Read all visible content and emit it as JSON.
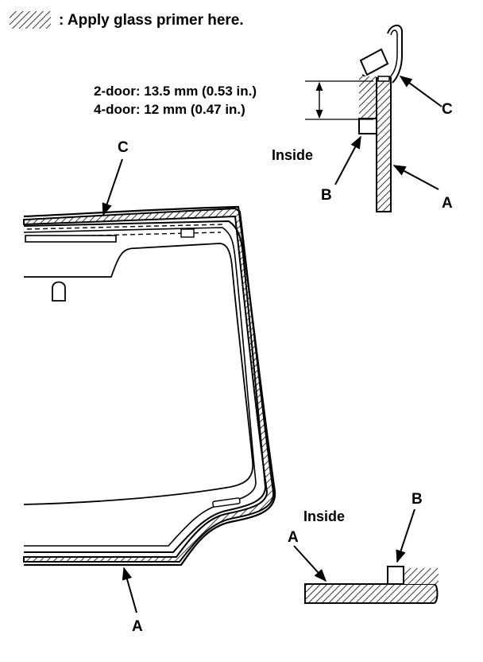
{
  "legend": {
    "text": ": Apply glass primer here."
  },
  "top_detail": {
    "dim_2door": "2-door: 13.5 mm (0.53 in.)",
    "dim_4door": "4-door: 12 mm (0.47 in.)",
    "inside_label": "Inside",
    "label_a": "A",
    "label_b": "B",
    "label_c": "C"
  },
  "windshield": {
    "label_a": "A",
    "label_c": "C"
  },
  "bottom_detail": {
    "inside_label": "Inside",
    "label_a": "A",
    "label_b": "B"
  }
}
